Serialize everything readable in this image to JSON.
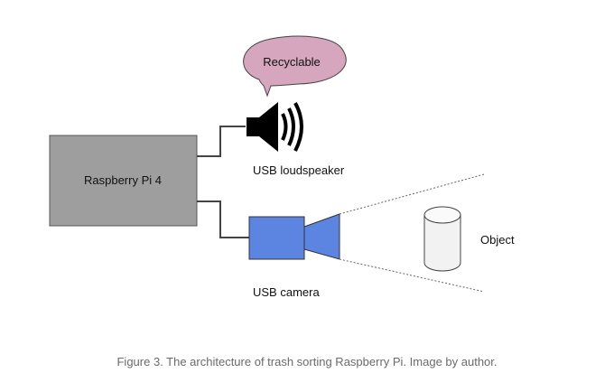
{
  "diagram": {
    "pi_label": "Raspberry Pi 4",
    "speech_label": "Recyclable",
    "speaker_label": "USB loudspeaker",
    "camera_label": "USB camera",
    "object_label": "Object"
  },
  "caption": "Figure 3. The architecture of trash sorting Raspberry Pi. Image by author.",
  "colors": {
    "pi_box": "#9e9e9e",
    "speech_bubble": "#d5a6bd",
    "camera": "#5b85e0",
    "speaker": "#000000"
  }
}
